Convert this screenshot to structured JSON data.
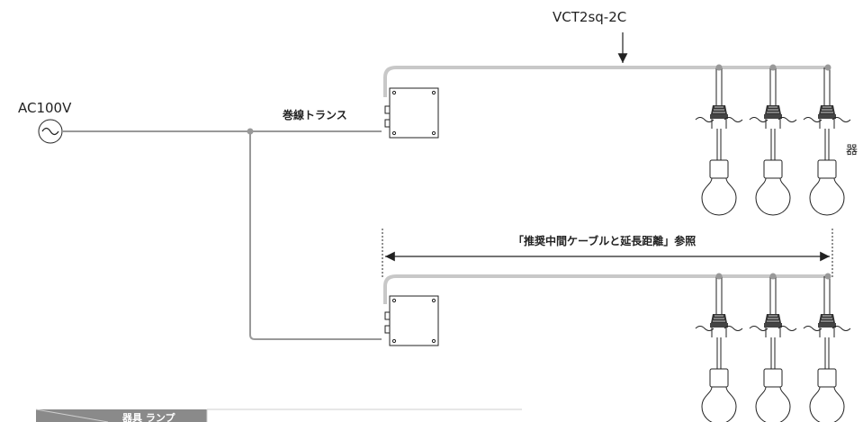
{
  "labels": {
    "source": "AC100V",
    "cable": "VCT2sq-2C",
    "transformer": "巻線トランス",
    "reference": "「推奨中間ケーブルと延長距離」参照",
    "side_label": "器",
    "table_header": "器具 ランプ"
  },
  "colors": {
    "main_line": "#999999",
    "cable_line": "#c8c8c8",
    "ink": "#222222",
    "table_header_bg": "#8a8a8a",
    "table_header_line": "#cfcfcf"
  },
  "icons": {
    "source": "ac-source-icon",
    "transformer": "transformer-box-icon",
    "fixture": "pendant-lamp-icon",
    "arrow": "arrow-down-icon"
  }
}
